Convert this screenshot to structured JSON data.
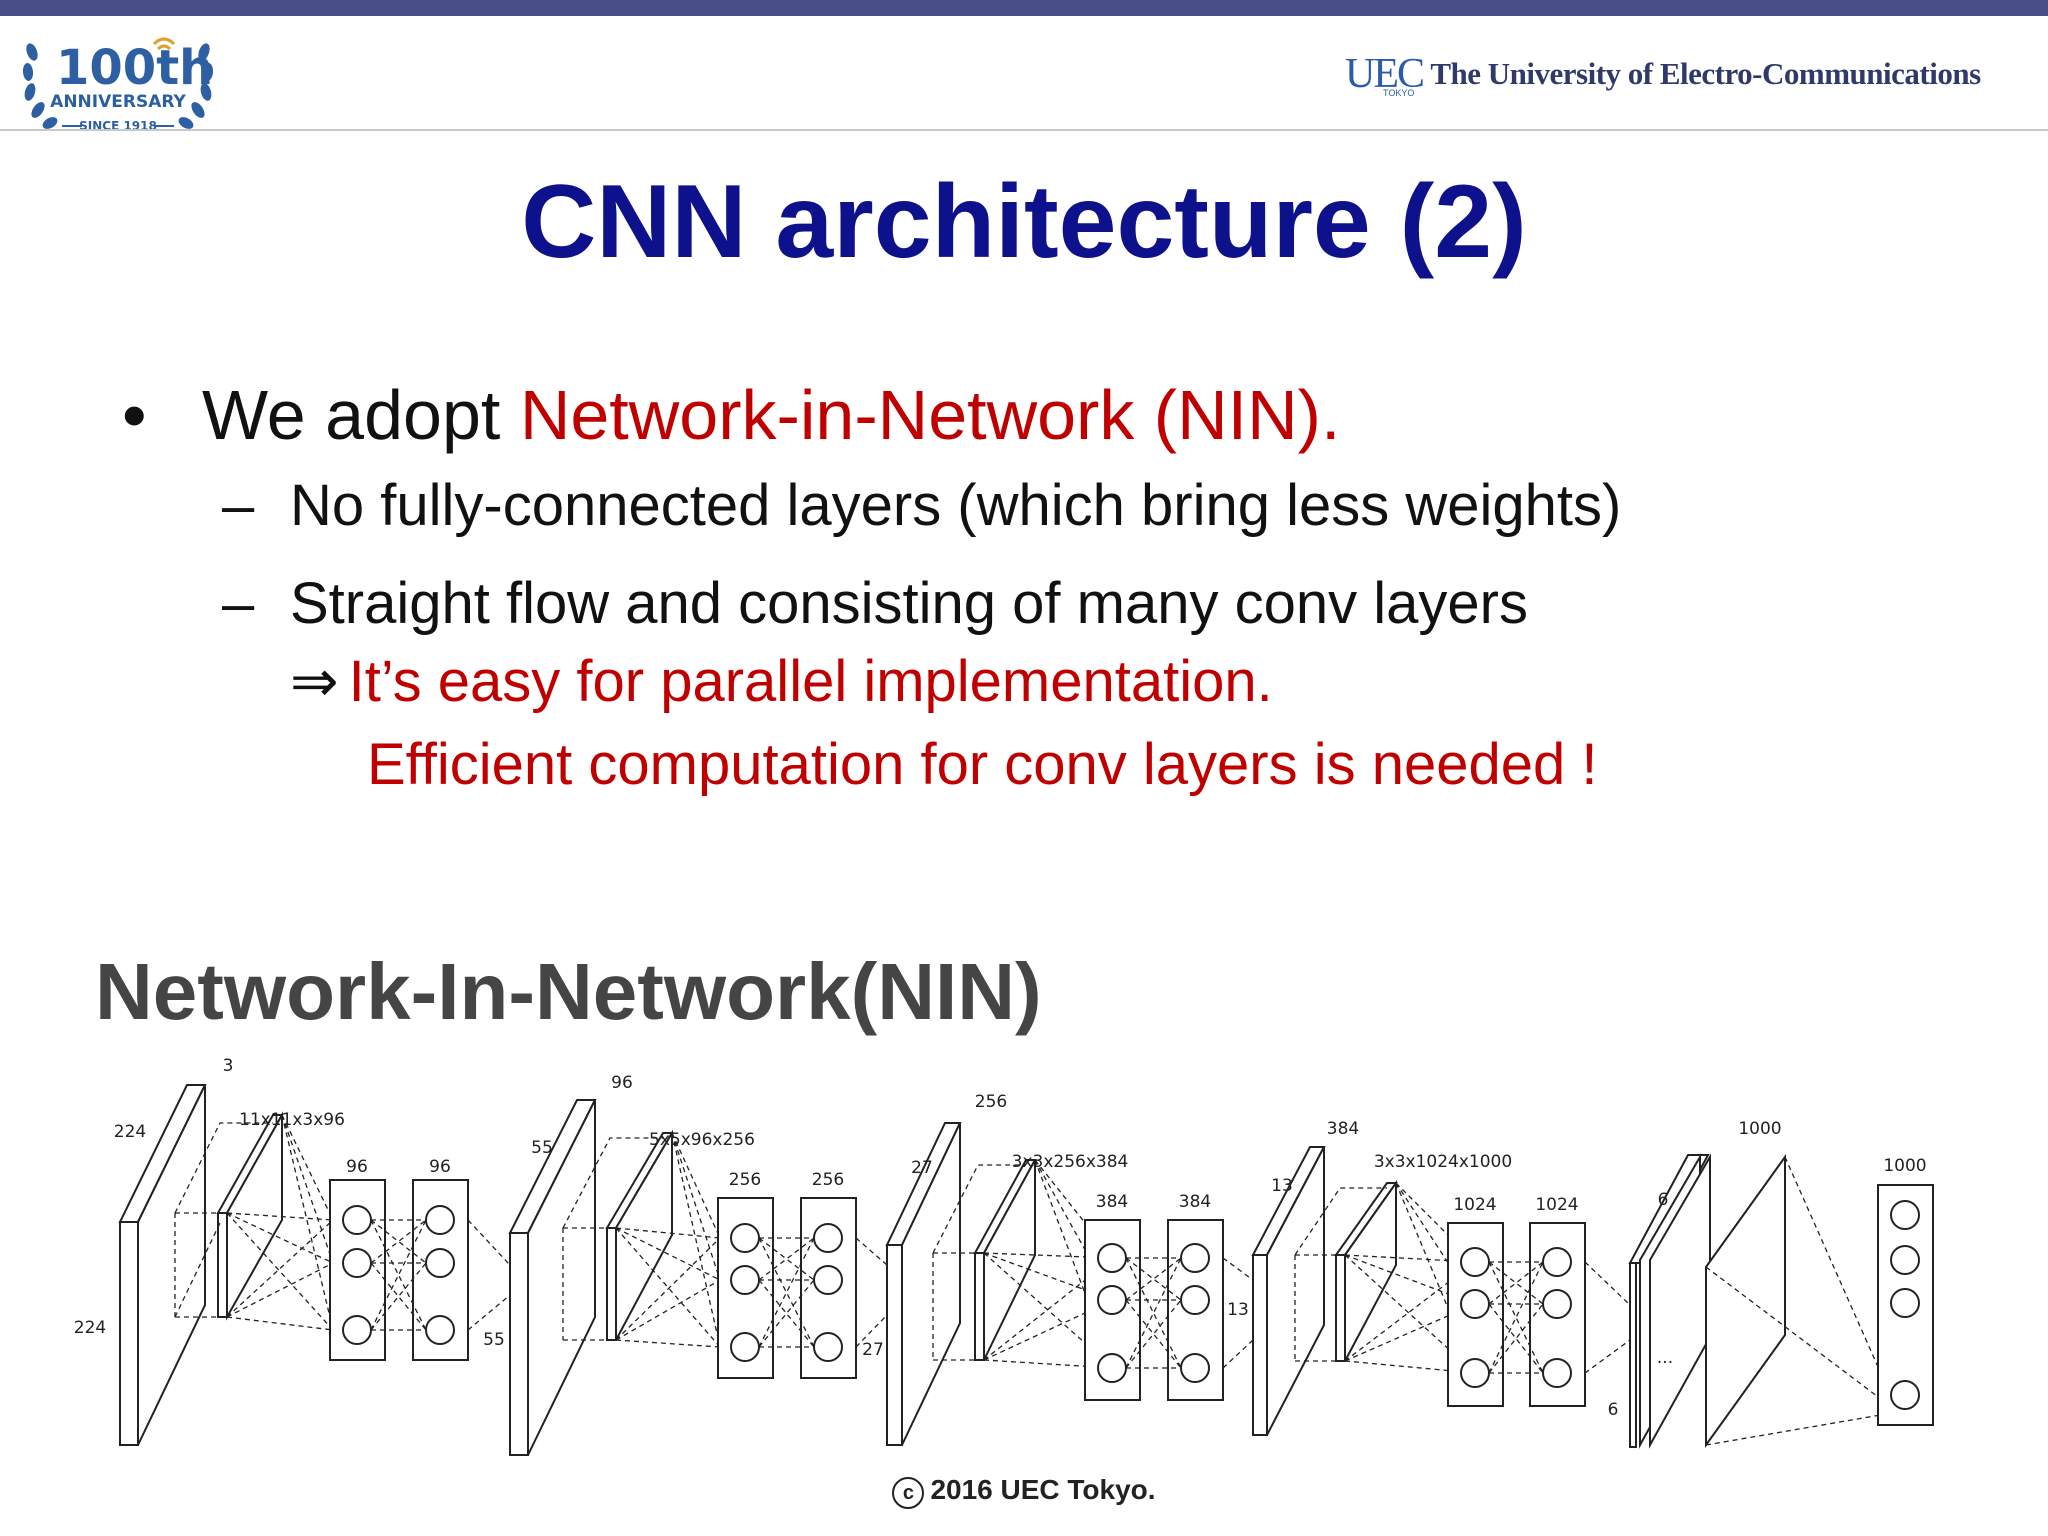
{
  "header": {
    "anniversary": {
      "main": "100th",
      "line2": "ANNIVERSARY",
      "since": "SINCE 1918"
    },
    "uec_mark": "UEC",
    "uec_sub": "TOKYO",
    "university_name": "The University of Electro-Communications"
  },
  "slide": {
    "title": "CNN architecture (2)",
    "bullet_marker": "•",
    "bullet1_lead": "We adopt ",
    "bullet1_highlight": "Network-in-Network (NIN).",
    "dash": "–",
    "sub1": "No fully-connected layers (which bring less weights)",
    "sub2": "Straight flow and consisting of many conv layers",
    "arrow": "⇒",
    "arrow_text": "It’s easy for parallel implementation.",
    "efficient": "Efficient computation for conv layers is needed !",
    "section_title": "Network-In-Network(NIN)"
  },
  "diagram": {
    "stage1": {
      "top": "3",
      "width": "224",
      "height": "224",
      "kernel": "11x11x3x96",
      "c1": "96",
      "c2": "96"
    },
    "stage2": {
      "top": "96",
      "width": "55",
      "height": "55",
      "kernel": "5x5x96x256",
      "c1": "256",
      "c2": "256"
    },
    "stage3": {
      "top": "256",
      "width": "27",
      "height": "27",
      "kernel": "3x3x256x384",
      "c1": "384",
      "c2": "384"
    },
    "stage4": {
      "top": "384",
      "width": "13",
      "height": "13",
      "kernel": "3x3x1024x1000",
      "c1": "1024",
      "c2": "1024"
    },
    "final": {
      "depth": "6",
      "height": "6",
      "top": "1000",
      "out": "1000"
    }
  },
  "footer": {
    "copyright_mark": "c",
    "copyright": "2016 UEC Tokyo."
  },
  "colors": {
    "title": "#0d128c",
    "highlight": "#c00000",
    "top_bar": "#474d87",
    "section": "#454545"
  }
}
